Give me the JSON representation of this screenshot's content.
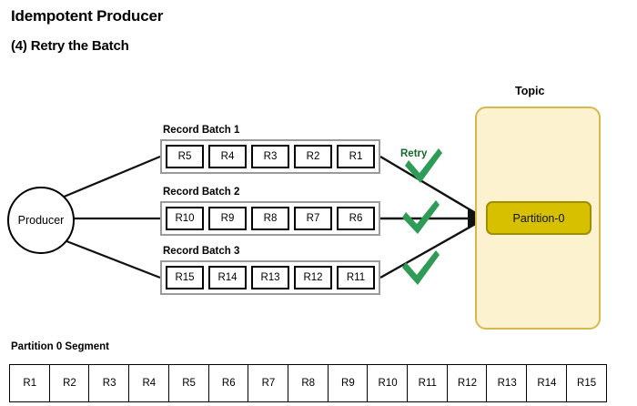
{
  "page": {
    "title": "Idempotent Producer",
    "subtitle": "(4) Retry the Batch"
  },
  "producer": {
    "label": "Producer"
  },
  "batches": [
    {
      "label": "Record Batch 1",
      "records": [
        "R5",
        "R4",
        "R3",
        "R2",
        "R1"
      ]
    },
    {
      "label": "Record Batch 2",
      "records": [
        "R10",
        "R9",
        "R8",
        "R7",
        "R6"
      ]
    },
    {
      "label": "Record Batch 3",
      "records": [
        "R15",
        "R14",
        "R13",
        "R12",
        "R11"
      ]
    }
  ],
  "retry": {
    "label": "Retry",
    "check_count": 3
  },
  "topic": {
    "label": "Topic",
    "partition_label": "Partition-0"
  },
  "segment": {
    "label": "Partition 0 Segment",
    "records": [
      "R1",
      "R2",
      "R3",
      "R4",
      "R5",
      "R6",
      "R7",
      "R8",
      "R9",
      "R10",
      "R11",
      "R12",
      "R13",
      "R14",
      "R15"
    ]
  },
  "colors": {
    "topic_fill": "#fcf2d0",
    "topic_border": "#d6b94a",
    "partition_fill": "#d6c000",
    "partition_border": "#a08d00",
    "check_green": "#2e9b57",
    "retry_text": "#14682c",
    "line": "#111111",
    "batch_border": "#9a9a9a",
    "cell_border": "#000000"
  }
}
